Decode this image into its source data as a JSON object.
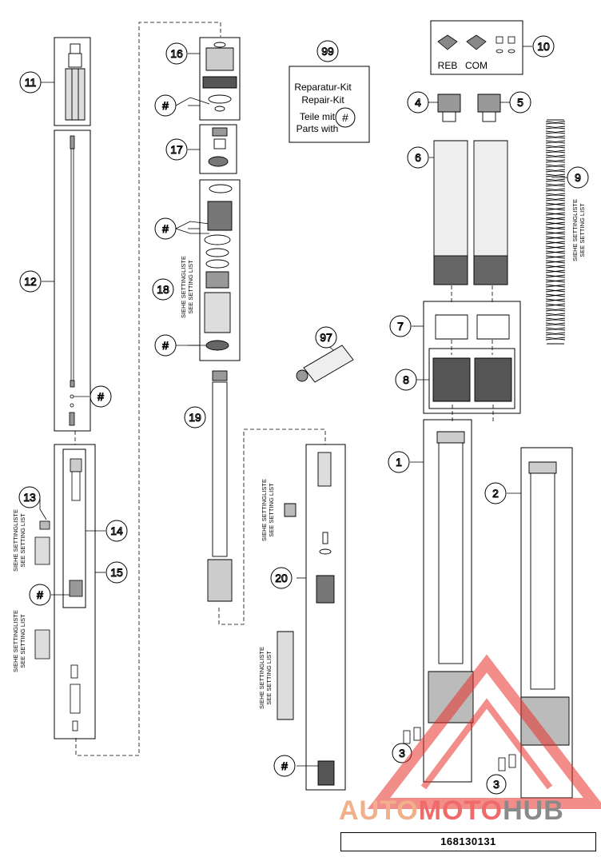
{
  "callouts": {
    "c1": "1",
    "c2": "2",
    "c3a": "3",
    "c3b": "3",
    "c4": "4",
    "c5": "5",
    "c6": "6",
    "c7": "7",
    "c8": "8",
    "c9": "9",
    "c10": "10",
    "c11": "11",
    "c12": "12",
    "c13": "13",
    "c14": "14",
    "c15": "15",
    "c16": "16",
    "c17": "17",
    "c18": "18",
    "c19": "19",
    "c20": "20",
    "c97": "97",
    "c99": "99",
    "hash1": "#",
    "hash2": "#",
    "hash3": "#",
    "hash4": "#",
    "hash5": "#",
    "hash6": "#",
    "hash7": "#"
  },
  "setting_labels": {
    "de": "SIEHE SETTINGLISTE",
    "en": "SEE SETTING LIST"
  },
  "cartridge_caps": {
    "reb": "REB",
    "com": "COM"
  },
  "repair_kit": {
    "line1": "Reparatur-Kit",
    "line2": "Repair-Kit",
    "line3": "Teile mit",
    "line4": "Parts with",
    "symbol": "#"
  },
  "watermark": {
    "part1": "AUTO",
    "part2": "MOTO",
    "part3": "HUB"
  },
  "drawing_number": "168130131",
  "colors": {
    "line": "#000000",
    "watermark_red": "#e8312a",
    "watermark_gray": "#8a8a8a"
  }
}
